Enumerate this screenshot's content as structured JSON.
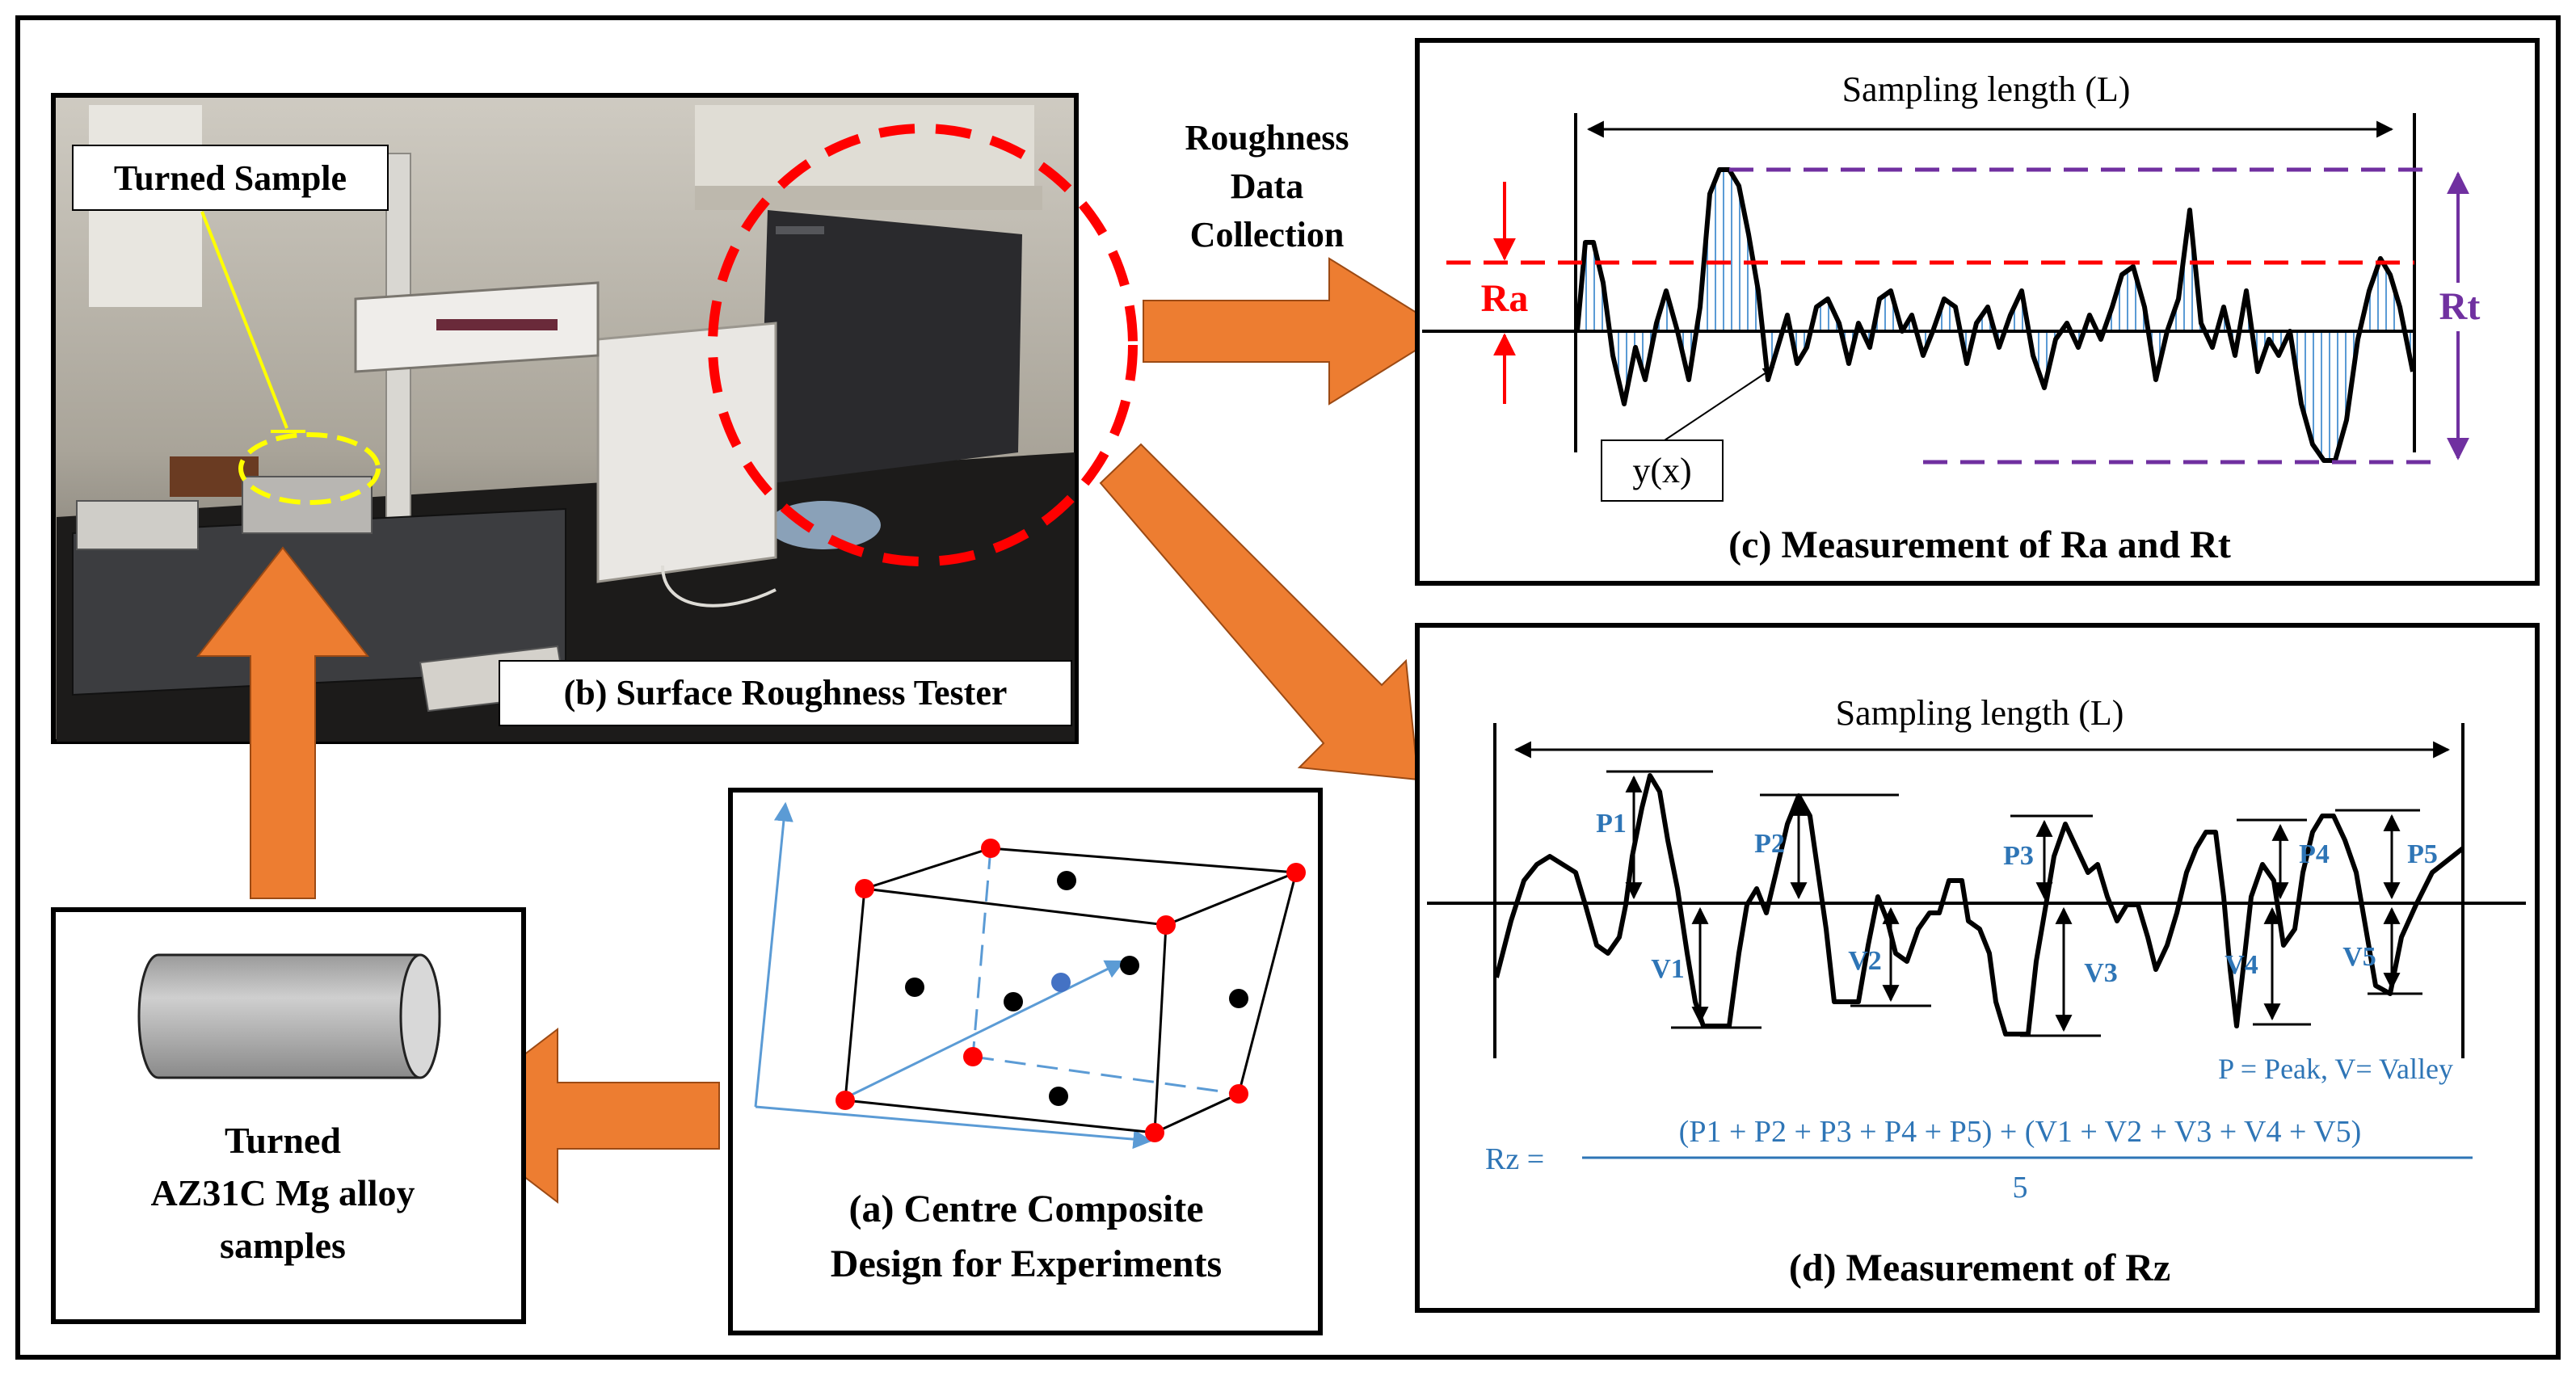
{
  "panel_b": {
    "sample_label": "Turned Sample",
    "caption": "(b) Surface Roughness Tester"
  },
  "flow": {
    "collection_label_1": "Roughness",
    "collection_label_2": "Data",
    "collection_label_3": "Collection"
  },
  "panel_c": {
    "sampling_length": "Sampling length (L)",
    "ra_label": "Ra",
    "rt_label": "Rt",
    "profile_label": "y(x)",
    "caption": "(c) Measurement of Ra and Rt"
  },
  "panel_d": {
    "sampling_length": "Sampling length (L)",
    "peaks": [
      "P1",
      "P2",
      "P3",
      "P4",
      "P5"
    ],
    "valleys": [
      "V1",
      "V2",
      "V3",
      "V4",
      "V5"
    ],
    "legend": "P = Peak, V= Valley",
    "formula_lhs": "Rz =",
    "formula_numerator": "(P1 + P2 + P3 + P4 + P5) + (V1 + V2 + V3 + V4 + V5)",
    "formula_denominator": "5",
    "caption": "(d) Measurement of Rz"
  },
  "panel_a": {
    "caption_1": "(a) Centre Composite",
    "caption_2": "Design for Experiments"
  },
  "panel_samples": {
    "label_1": "Turned",
    "label_2": "AZ31C Mg alloy",
    "label_3": "samples"
  },
  "colors": {
    "arrow": "#ED7D31",
    "accent_red": "#FF0000",
    "accent_purple": "#7030A0",
    "accent_blue": "#2E75B6",
    "highlight_yellow": "#FFFF00",
    "axis_blue": "#5B9BD5"
  }
}
